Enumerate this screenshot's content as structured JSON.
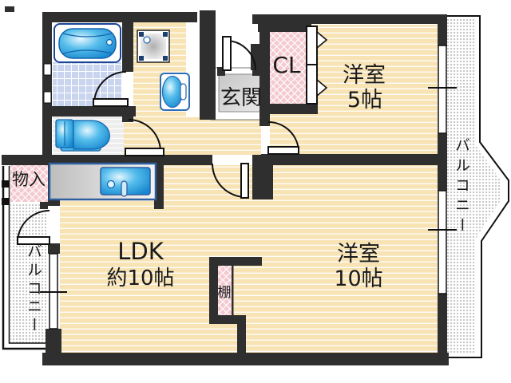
{
  "floorplan": {
    "title": "apartment-floorplan",
    "rooms": {
      "genkan": {
        "label": "玄関"
      },
      "closet": {
        "label": "CL"
      },
      "western_room_5": {
        "name_line": "洋室",
        "size_line": "5帖"
      },
      "western_room_10": {
        "name_line": "洋室",
        "size_line": "10帖"
      },
      "ldk": {
        "name_line": "LDK",
        "size_line": "約10帖"
      },
      "storage": {
        "label": "物入"
      },
      "shelf": {
        "label": "棚"
      },
      "balcony_right": {
        "label": "バルコニー"
      },
      "balcony_left": {
        "label": "バルコニー"
      }
    },
    "colors": {
      "wall": "#2f2f2f",
      "floor_wood": "#f7e3b4",
      "closet_pink": "#f4c9d0",
      "tile_blue": "#c9d4ef",
      "balcony_dot": "#c8c8c8",
      "fixture_blue": "#2aa7e1",
      "fixture_blue_dark": "#1565ad",
      "fixture_outline": "#2e6db4",
      "genkan_gray": "#d6d6d6",
      "toilet_floor": "#ededed"
    }
  }
}
